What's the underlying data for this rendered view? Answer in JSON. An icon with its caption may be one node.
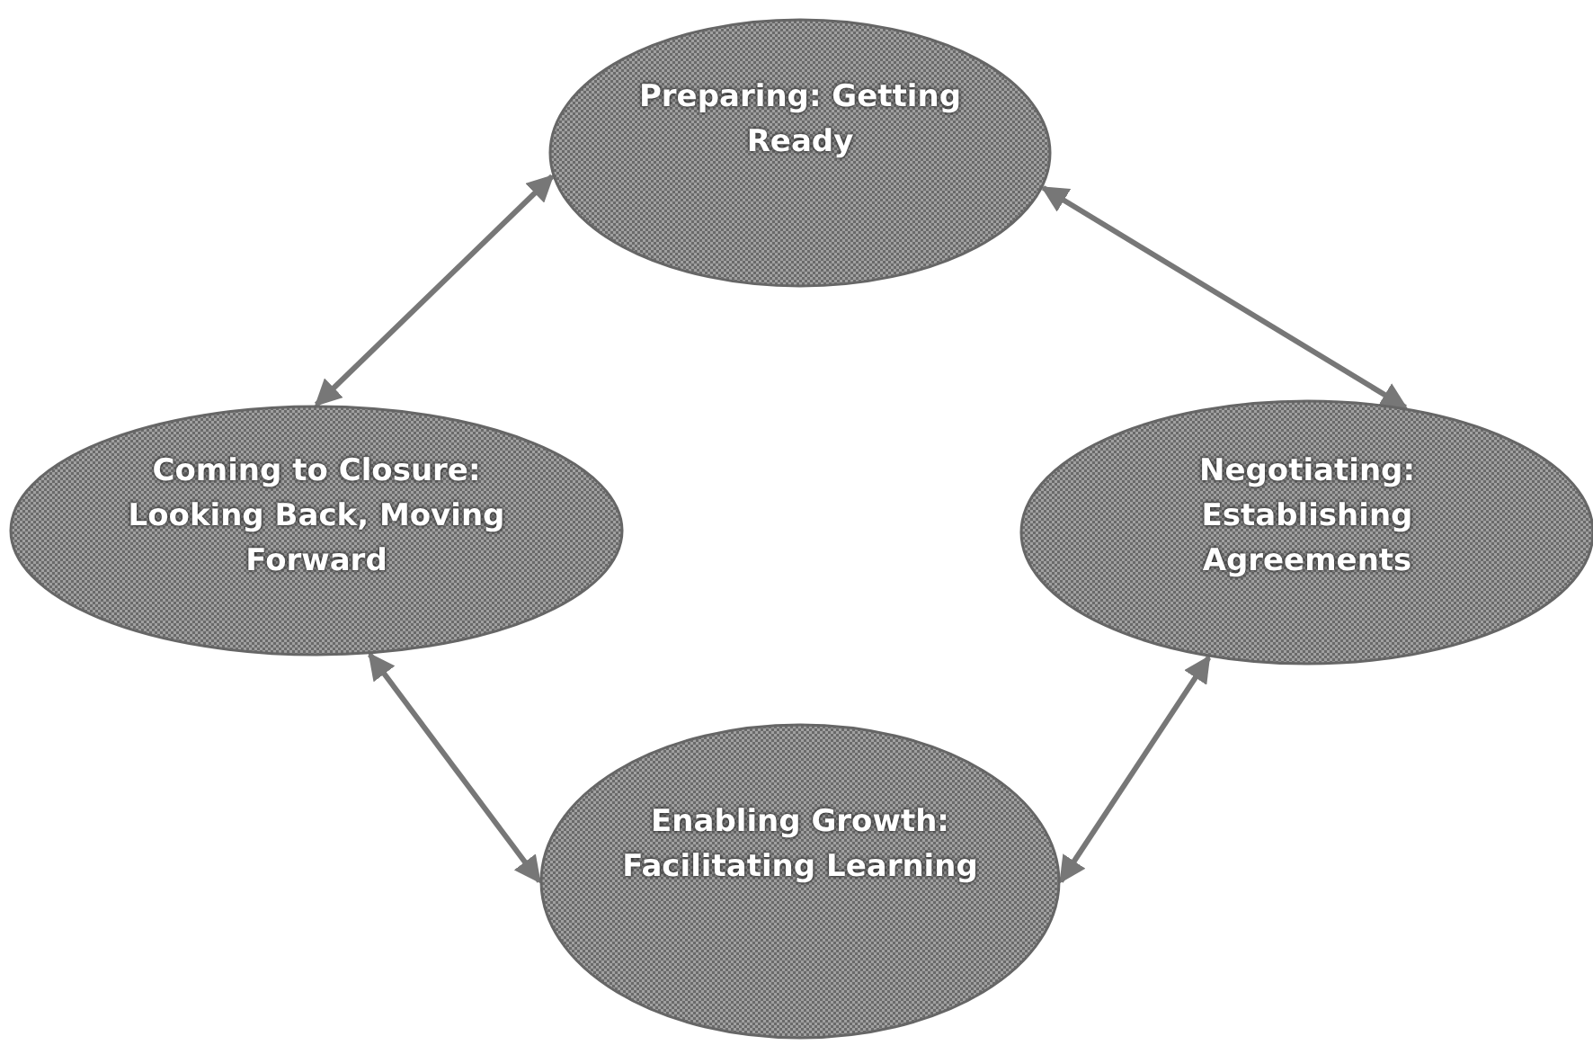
{
  "diagram": {
    "nodes": [
      {
        "text": [
          "Preparing: Getting Ready"
        ]
      },
      {
        "text": [
          "Coming to Closure: Looking Back, Moving Forward"
        ]
      },
      {
        "text": [
          "Negotiating: Establishing Agreements"
        ]
      },
      {
        "text": [
          "Enabling Growth: Facilitating Learning"
        ]
      }
    ],
    "edges": [
      {
        "from": 0,
        "to": 1,
        "arrow": "both"
      },
      {
        "from": 0,
        "to": 2,
        "arrow": "both"
      },
      {
        "from": 1,
        "to": 3,
        "arrow": "both"
      },
      {
        "from": 3,
        "to": 2,
        "arrow": "both"
      }
    ]
  }
}
